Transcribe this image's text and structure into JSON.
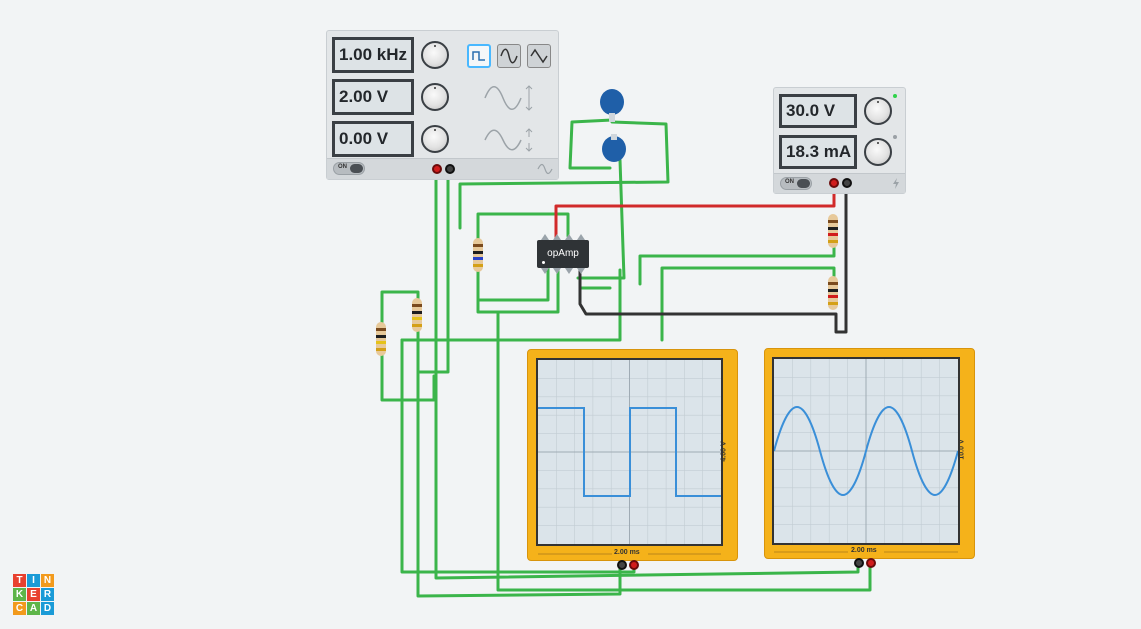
{
  "function_generator": {
    "frequency": "1.00 kHz",
    "amplitude": "2.00 V",
    "dc_offset": "0.00 V",
    "power_label": "ON",
    "waveforms": [
      "square-wave-icon",
      "sine-wave-icon",
      "triangle-wave-icon"
    ],
    "selected_waveform": "square"
  },
  "power_supply": {
    "voltage": "30.0 V",
    "current": "18.3 mA",
    "power_label": "ON"
  },
  "components": {
    "opamp_label": "opAmp"
  },
  "oscilloscope_left": {
    "time_per_div": "2.00 ms",
    "volts_per_div": "4.00 V",
    "waveform": "square"
  },
  "oscilloscope_right": {
    "time_per_div": "2.00 ms",
    "volts_per_div": "10.0 V",
    "waveform": "sine"
  },
  "logo": [
    "T",
    "I",
    "N",
    "K",
    "E",
    "R",
    "C",
    "A",
    "D"
  ],
  "colors": {
    "wire_green": "#3bb54a",
    "wire_red": "#d12a2a",
    "wire_black": "#333333",
    "scope_frame": "#f5b21a",
    "trace": "#3a8fd8",
    "capacitor": "#1f5fa8",
    "logo_red": "#e8412f",
    "logo_blue": "#1b9bd7",
    "logo_orange": "#f29a1c",
    "logo_green": "#5eb549"
  }
}
